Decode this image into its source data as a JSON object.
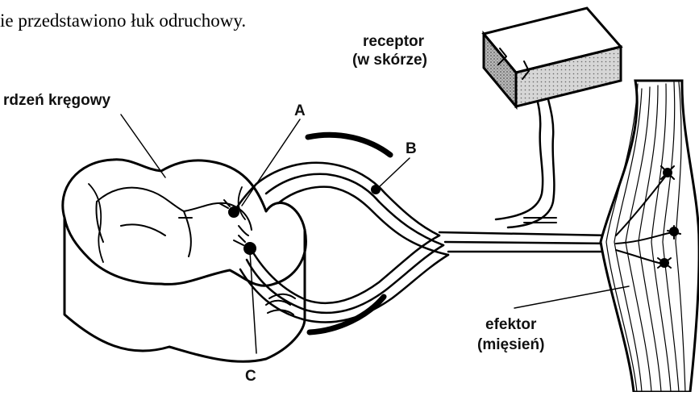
{
  "caption": "ie przedstawiono łuk odruchowy.",
  "labels": {
    "spinal_cord": "rdzeń kręgowy",
    "receptor_line1": "receptor",
    "receptor_line2": "(w skórze)",
    "A": "A",
    "B": "B",
    "C": "C",
    "effector_line1": "efektor",
    "effector_line2": "(mięsień)"
  }
}
